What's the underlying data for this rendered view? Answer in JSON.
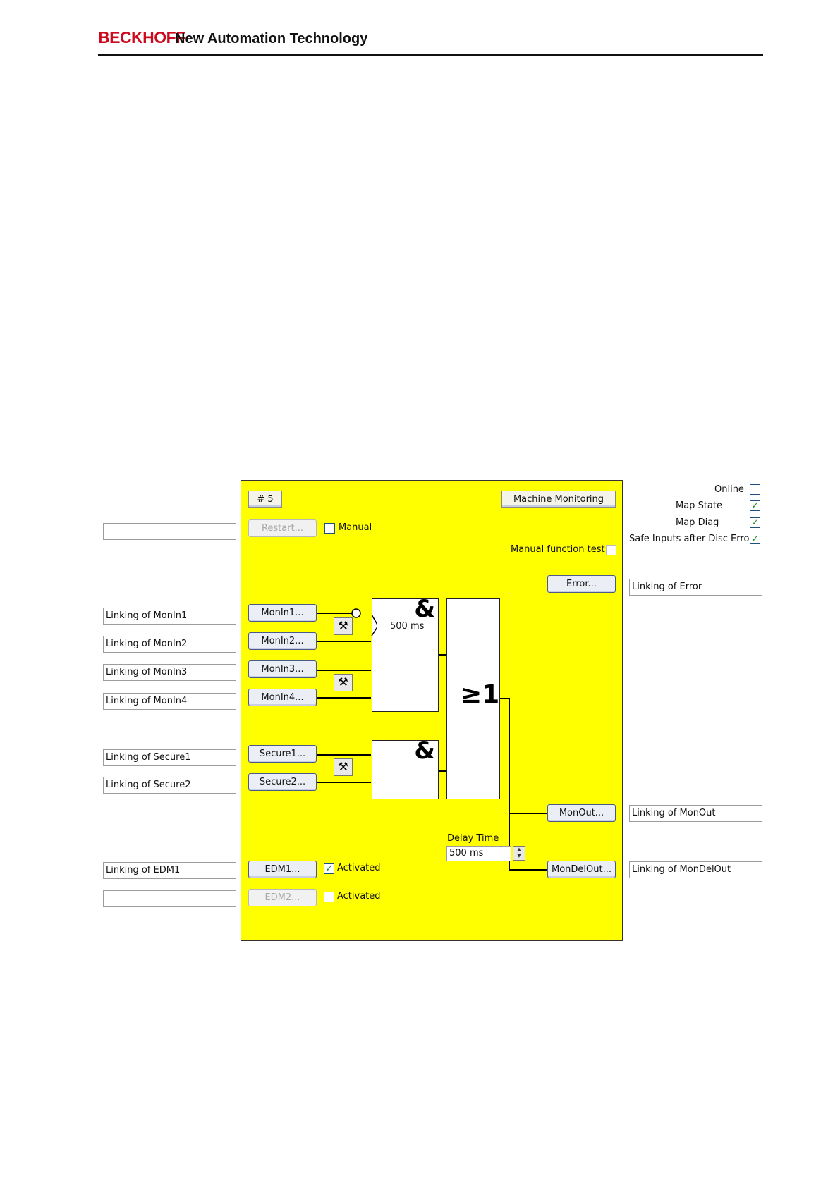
{
  "header": {
    "brand": "BECKHOFF",
    "tagline": "New Automation Technology"
  },
  "panel": {
    "number_button": "# 5",
    "function_block_name": "Machine Monitoring",
    "restart_button": "Restart...",
    "manual_label": "Manual",
    "manual_checked": false,
    "manual_function_test_label": "Manual function test",
    "manual_function_test_checked": false,
    "error_button": "Error...",
    "monin_buttons": [
      "MonIn1...",
      "MonIn2...",
      "MonIn3...",
      "MonIn4..."
    ],
    "secure_buttons": [
      "Secure1...",
      "Secure2..."
    ],
    "and_symbol": "&",
    "or_symbol": "≥1",
    "timer_value": "500 ms",
    "delay_time_label": "Delay Time",
    "delay_time_value": "500 ms",
    "monout_button": "MonOut...",
    "mondelout_button": "MonDelOut...",
    "edm1_button": "EDM1...",
    "edm2_button": "EDM2...",
    "edm1_activated_label": "Activated",
    "edm1_activated_checked": true,
    "edm2_activated_label": "Activated",
    "edm2_activated_checked": false,
    "tool_icon": "hammer-wrench-icon",
    "background_color": "#ffff00"
  },
  "options": {
    "online_label": "Online",
    "online_checked": false,
    "map_state_label": "Map State",
    "map_state_checked": true,
    "map_diag_label": "Map Diag",
    "map_diag_checked": true,
    "safe_inputs_label": "Safe Inputs after Disc Error",
    "safe_inputs_checked": true
  },
  "left_links": {
    "restart_link": "",
    "monin": [
      "Linking of MonIn1",
      "Linking of MonIn2",
      "Linking of MonIn3",
      "Linking of MonIn4"
    ],
    "secure": [
      "Linking of Secure1",
      "Linking of Secure2"
    ],
    "edm1": "Linking of EDM1",
    "edm2": ""
  },
  "right_links": {
    "error": "Linking of Error",
    "monout": "Linking of MonOut",
    "mondelout": "Linking of MonDelOut"
  }
}
